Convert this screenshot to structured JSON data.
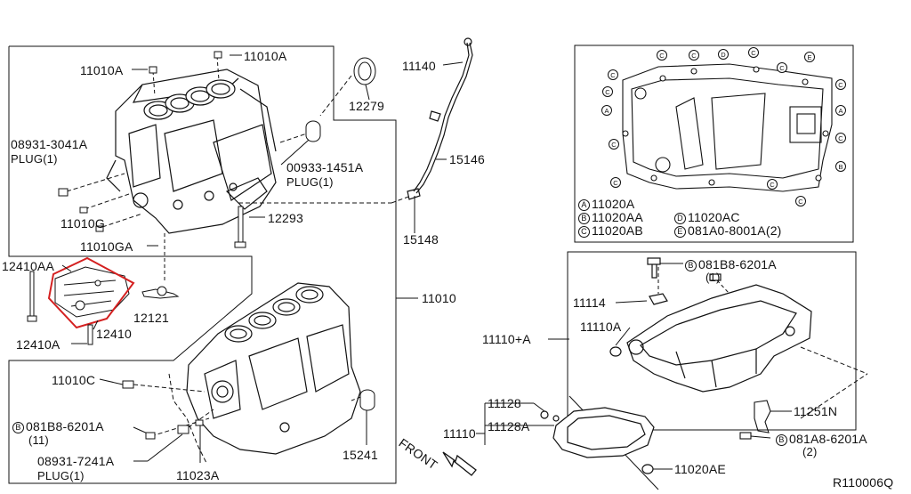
{
  "labels": {
    "p11010A_top": "11010A",
    "p11010A_left": "11010A",
    "p12279": "12279",
    "p11140": "11140",
    "p15146": "15146",
    "p15148": "15148",
    "p08931_3041A": "08931-3041A",
    "plug_1_a": "PLUG(1)",
    "p00933_1451A": "00933-1451A",
    "plug_1_b": "PLUG(1)",
    "p11010G": "11010G",
    "p11010GA": "11010GA",
    "p12293": "12293",
    "p12410AA": "12410AA",
    "p12121": "12121",
    "p12410": "12410",
    "p12410A": "12410A",
    "p11010": "11010",
    "p11010C": "11010C",
    "p081B8_6201A_left": "081B8-6201A",
    "qty_11": "(11)",
    "p08931_7241A": "08931-7241A",
    "plug_1_c": "PLUG(1)",
    "p11023A": "11023A",
    "p15241": "15241",
    "front": "FRONT",
    "p11128": "11128",
    "p11110": "11110",
    "p11128A": "11128A",
    "p11020AE": "11020AE",
    "p081B8_6201A_right": "081B8-6201A",
    "qty_1": "(1)",
    "p11114": "11114",
    "p11110A": "11110A",
    "p11110_A": "11110+A",
    "p11251N": "11251N",
    "p081A8_6201A": "081A8-6201A",
    "qty_2": "(2)",
    "ref": "R110006Q"
  },
  "circle_marks": {
    "B": "B",
    "A": "A",
    "C": "C",
    "D": "D",
    "E": "E"
  },
  "legend": {
    "a": "11020A",
    "b": "11020AA",
    "c": "11020AB",
    "d": "11020AC",
    "e": "081A0-8001A(2)"
  }
}
